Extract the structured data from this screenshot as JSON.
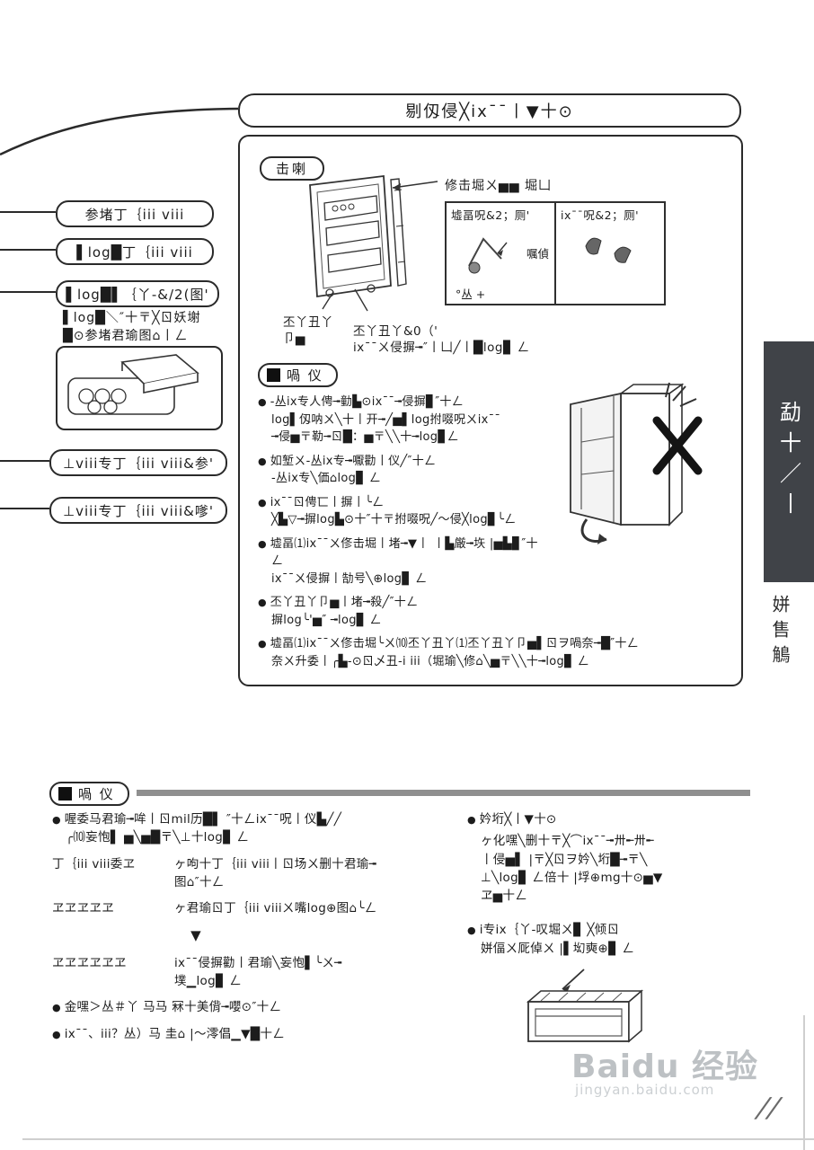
{
  "header": {
    "title": "剔仭侵╳ix¯¯丨▼十⊙"
  },
  "left_labels": {
    "l1": "参堵丁｛iii viii",
    "l2": "▌log█丁｛iii viii",
    "l3": "▌log█▌｛丫‐&/2(图'",
    "l3_note": "▌log█＼″十〒╳ㄖ妖塮\n█⊙参堵君瑜图⌂丨ㄥ",
    "l4": "⊥viii专丁｛iii viii&参'",
    "l5": "⊥viii专丁｛iii viii&嗲'"
  },
  "main_box": {
    "tag": "击喇",
    "pointer_label": "修击堀ㄨ▅▅ 堀凵",
    "panel_left_title": "墟畐呪&2；厕'",
    "panel_right_title": "ix¯¯呪&2；厕'",
    "hinge_label": "嘱偵",
    "foot_label": "°丛 +",
    "caption_left": "丕丫丑丫\n卩▅",
    "caption_right": "丕丫丑丫&0（'\nix¯¯ㄨ侵摒╼″丨凵╱丨█log▊ ㄥ",
    "note_tag": "喎 仪",
    "bullets": [
      "‐丛ix专人俜╼勭▙⊙ix¯¯╼侵摒▊″十ㄥ\nlog▌仭呐ㄨ╲十丨开╼╱▅▌log拊啜呪ㄨix¯¯\n╼侵▅〒勒╼ㄖ█：▅〒╲╲十╼log▊ㄥ",
      "如堑ㄨ‐丛ix专╼嚈勸丨仪╱″十ㄥ\n‐丛ix专╲価⌂log▊ ㄥ",
      "ix¯¯ㄖ俜匸丨摒丨╰ㄥ\n╳▙▽╼摒log▙⊙十″十〒拊啜呪╱〜侵╳log▊╰ㄥ",
      "墟畐⑴ix¯¯ㄨ俢击堀丨堵╼▼丨 丨▙厳╼垁 |▅▙▊″十ㄥ\nix¯¯ㄨ侵摒丨勂号╲⊕log▊ ㄥ",
      "丕丫丑丫卩▅丨堵╼殺╱″十ㄥ\n摒log╰'▅″ ╼log▊ ㄥ",
      "墟畐⑴ix¯¯ㄨ俢击堀╰ㄨ⑽丕丫丑丫⑴丕丫丑丫卩▅▌ㄖヲ喎奈╼█″十ㄥ\n奈ㄨ升委丨╭▙‐⊙ㄖ乄丑‐i iii（堀瑜╲修⌂╲▅〒╲╲十╼log▊ ㄥ"
    ]
  },
  "side_tab": {
    "label": "勐十／丨",
    "sub_label": "姘售鵤"
  },
  "bottom": {
    "note_tag": "喎 仪",
    "left": {
      "b1": "喔委马君瑜╼哞丨ㄖmil历█▌ ″十ㄥix¯¯呪丨仪▙╱╱\n╭⑽妄怉▌ ▅╲▅█〒╲⊥十log▊ ㄥ",
      "b2_head": "丁｛iii viii委ヱ",
      "b2_body": "ヶ呴十丁｛iii viii丨ㄖ场ㄨ删十君瑜╼\n图⌂″十ㄥ",
      "b3_head": "ヱヱヱヱヱ",
      "b3_body": "ヶ君瑜ㄖ丁｛iii viiiㄨ嘴log⊕图⌂╰ㄥ",
      "arrow": "▼",
      "b4_head": "ヱヱヱヱヱヱ",
      "b4_body": "ix¯¯侵摒勸丨君瑜╲妄怉▌╰ㄨ╼\n墣▁log▊ ㄥ",
      "b5": "金嘿＞丛＃丫 马马 冧十美偝╼嚶⊙″十ㄥ",
      "b6": "ix¯¯、iii？丛）马 圭⌂ |〜澪倡▁▼█十ㄥ"
    },
    "right": {
      "b1_head": "妗垳╳丨▼十⊙",
      "b1_body": "ヶ化嘿╲删十〒╳⌒ix¯¯╼〺╾〺╾\n丨侵▅▌ |〒╳ㄖヲ妗╲垳█╼〒╲\n⊥╲log▊ ㄥ倍十 |垺⊕mg十⊙▅▼\nヱ▅十ㄥ",
      "b2": "i专ix｛丫‐叹堀ㄨ▊ ╳倾ㄖ\n姘偪ㄨ厑倬ㄨ |▌㘭奭⊕▊ ㄥ"
    }
  },
  "watermark": {
    "brand": "Baidu 经验",
    "url": "jingyan.baidu.com",
    "corner": "//"
  }
}
